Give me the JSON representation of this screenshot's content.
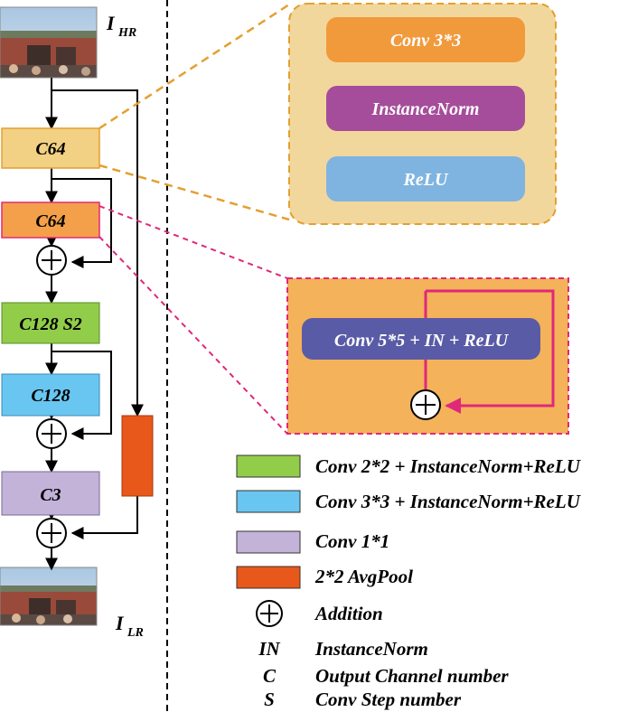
{
  "io": {
    "input_label": "I",
    "input_sub": "HR",
    "output_label": "I",
    "output_sub": "LR"
  },
  "blocks": {
    "c64_a": "C64",
    "c64_b": "C64",
    "c128s2": "C128 S2",
    "c128": "C128",
    "c3": "C3"
  },
  "detail_a": {
    "conv": "Conv 3*3",
    "norm": "InstanceNorm",
    "relu": "ReLU"
  },
  "detail_b": {
    "block": "Conv 5*5 + IN + ReLU"
  },
  "legend": [
    {
      "text": "Conv 2*2 + InstanceNorm+ReLU",
      "color": "#92cd4a"
    },
    {
      "text": "Conv 3*3 + InstanceNorm+ReLU",
      "color": "#69c6f0"
    },
    {
      "text": "Conv 1*1",
      "color": "#c4b3d9"
    },
    {
      "text": "2*2 AvgPool",
      "color": "#e8581a"
    }
  ],
  "key": [
    {
      "symbol": "",
      "text": "Addition"
    },
    {
      "symbol": "IN",
      "text": "InstanceNorm"
    },
    {
      "symbol": "C",
      "text": "Output Channel number"
    },
    {
      "symbol": "S",
      "text": "Conv Step number"
    }
  ],
  "colors": {
    "c64_a": "#f2d084",
    "c64_b": "#f4a04a",
    "c128s2": "#92cd4a",
    "c128": "#69c6f0",
    "c3": "#c4b3d9",
    "avgpool": "#e8581a",
    "detail_a_bg": "#f2d79d",
    "detail_a_border": "#e3a030",
    "detail_b_bg": "#f4b25a",
    "detail_b_border": "#e0407a",
    "conv3": "#f19a3c",
    "norm": "#a54d9a",
    "relu": "#7fb4e0",
    "conv5": "#5a5ba6",
    "magenta": "#e0287a"
  }
}
